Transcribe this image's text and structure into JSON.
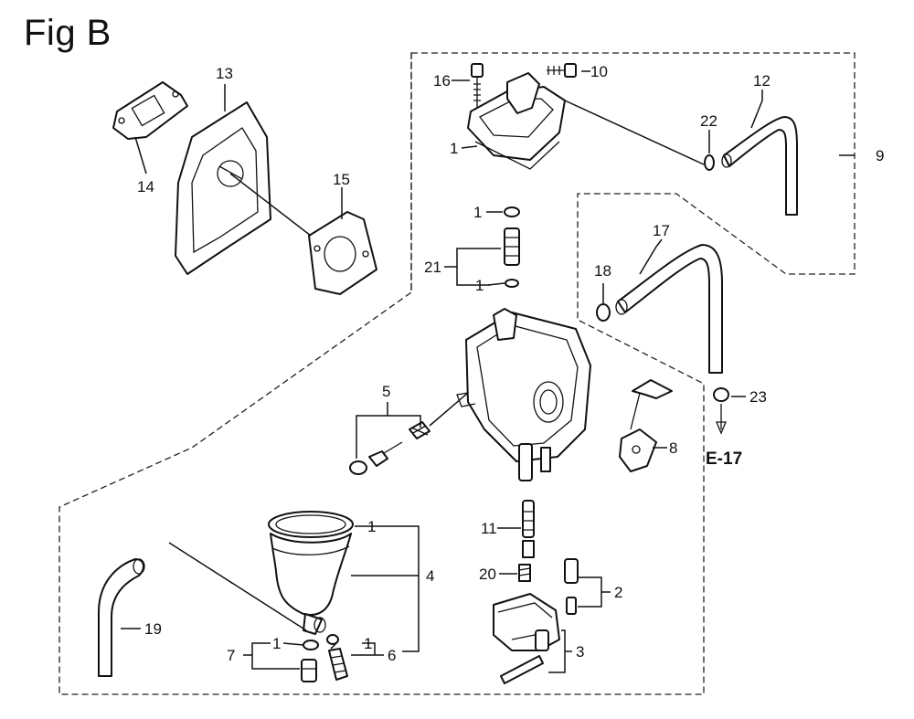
{
  "figure": {
    "title": "Fig B",
    "reference": "E-17",
    "callouts": {
      "c16": "16",
      "c10": "10",
      "c12": "12",
      "c22": "22",
      "c9": "9",
      "c1a": "1",
      "c13": "13",
      "c14": "14",
      "c15": "15",
      "c1b": "1",
      "c21": "21",
      "c1c": "1",
      "c17": "17",
      "c18": "18",
      "c23": "23",
      "c5": "5",
      "c8": "8",
      "c1d": "1",
      "c4": "4",
      "c11": "11",
      "c20": "20",
      "c2": "2",
      "c3": "3",
      "c19": "19",
      "c7": "7",
      "c1e": "1",
      "c1f": "1",
      "c6": "6"
    }
  }
}
